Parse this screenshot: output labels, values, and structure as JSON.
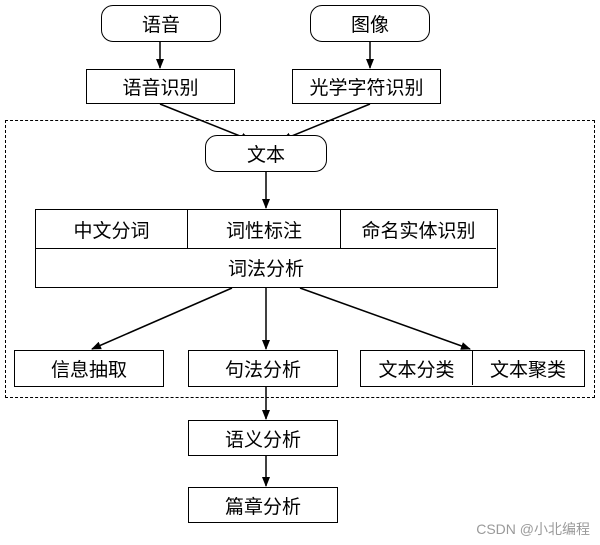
{
  "inputs": {
    "speech": "语音",
    "image": "图像"
  },
  "recognition": {
    "speech_recognition": "语音识别",
    "ocr": "光学字符识别"
  },
  "text_node": "文本",
  "lexical_block": {
    "segmentation": "中文分词",
    "pos_tagging": "词性标注",
    "ner": "命名实体识别",
    "lexical_analysis": "词法分析"
  },
  "applications": {
    "info_extraction": "信息抽取",
    "syntactic_analysis": "句法分析",
    "text_classification": "文本分类",
    "text_clustering": "文本聚类"
  },
  "semantic_analysis": "语义分析",
  "discourse_analysis": "篇章分析",
  "watermark": "CSDN @小北编程"
}
